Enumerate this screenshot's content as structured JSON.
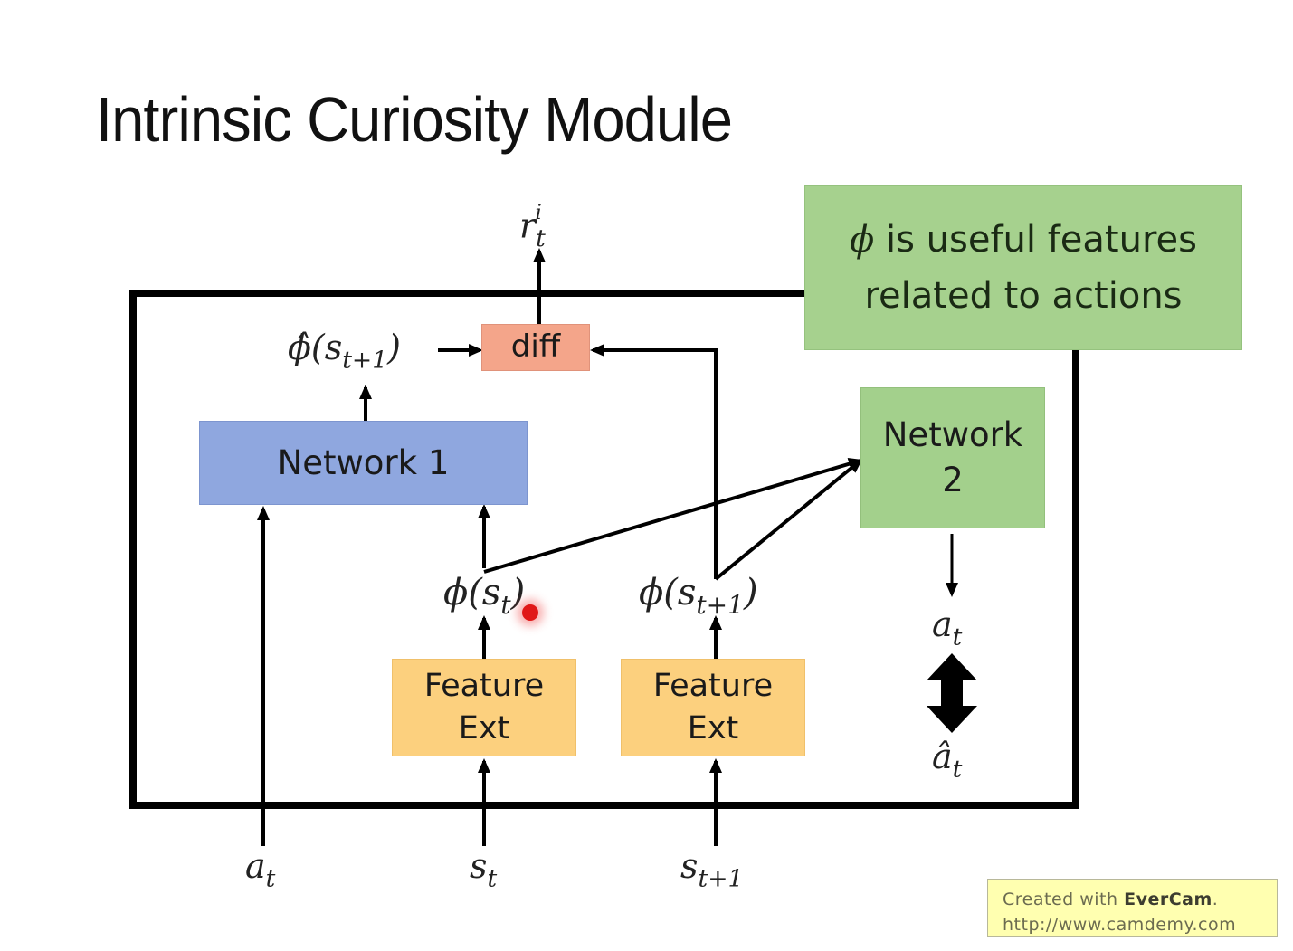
{
  "slide": {
    "title": "Intrinsic Curiosity Module"
  },
  "diagram": {
    "colors": {
      "network1": "#8fa7df",
      "network2": "#a3d08c",
      "diff": "#f4a58a",
      "feature_ext": "#fcd07e",
      "note": "#a6d18e",
      "outline": "#000000"
    },
    "nodes": {
      "network1": {
        "label": "Network 1"
      },
      "network2": {
        "line1": "Network",
        "line2": "2"
      },
      "diff": {
        "label": "diff"
      },
      "feature_ext_1": {
        "line1": "Feature",
        "line2": "Ext"
      },
      "feature_ext_2": {
        "line1": "Feature",
        "line2": "Ext"
      }
    },
    "note": {
      "phi": "ϕ",
      "line1_rest": " is useful features",
      "line2": "related to actions"
    },
    "labels": {
      "reward": {
        "base": "r",
        "sub": "t",
        "sup": "i"
      },
      "phi_hat_next": {
        "base": "ϕ̂(s",
        "sub": "t+1",
        "close": ")"
      },
      "phi_st": {
        "base": "ϕ(s",
        "sub": "t",
        "close": ")"
      },
      "phi_st1": {
        "base": "ϕ(s",
        "sub": "t+1",
        "close": ")"
      },
      "a_t_out": {
        "base": "a",
        "sub": "t"
      },
      "a_hat_t": {
        "base": "â",
        "sub": "t"
      },
      "input_a_t": {
        "base": "a",
        "sub": "t"
      },
      "input_s_t": {
        "base": "s",
        "sub": "t"
      },
      "input_s_t1": {
        "base": "s",
        "sub": "t+1"
      }
    },
    "edges": [
      {
        "from": "a_t",
        "to": "network1"
      },
      {
        "from": "phi_st",
        "to": "network1"
      },
      {
        "from": "network1",
        "to": "phi_hat_next"
      },
      {
        "from": "phi_hat_next",
        "to": "diff"
      },
      {
        "from": "phi_st1",
        "to": "diff"
      },
      {
        "from": "diff",
        "to": "reward"
      },
      {
        "from": "phi_st",
        "to": "network2"
      },
      {
        "from": "phi_st1",
        "to": "network2"
      },
      {
        "from": "network2",
        "to": "a_t_out"
      },
      {
        "from": "a_t_out",
        "to": "a_hat_t",
        "type": "bidirectional"
      },
      {
        "from": "s_t",
        "to": "feature_ext_1"
      },
      {
        "from": "feature_ext_1",
        "to": "phi_st"
      },
      {
        "from": "s_t1",
        "to": "feature_ext_2"
      },
      {
        "from": "feature_ext_2",
        "to": "phi_st1"
      }
    ]
  },
  "watermark": {
    "prefix": "Created with ",
    "brand": "EverCam",
    "suffix": ".",
    "url": "http://www.camdemy.com"
  }
}
